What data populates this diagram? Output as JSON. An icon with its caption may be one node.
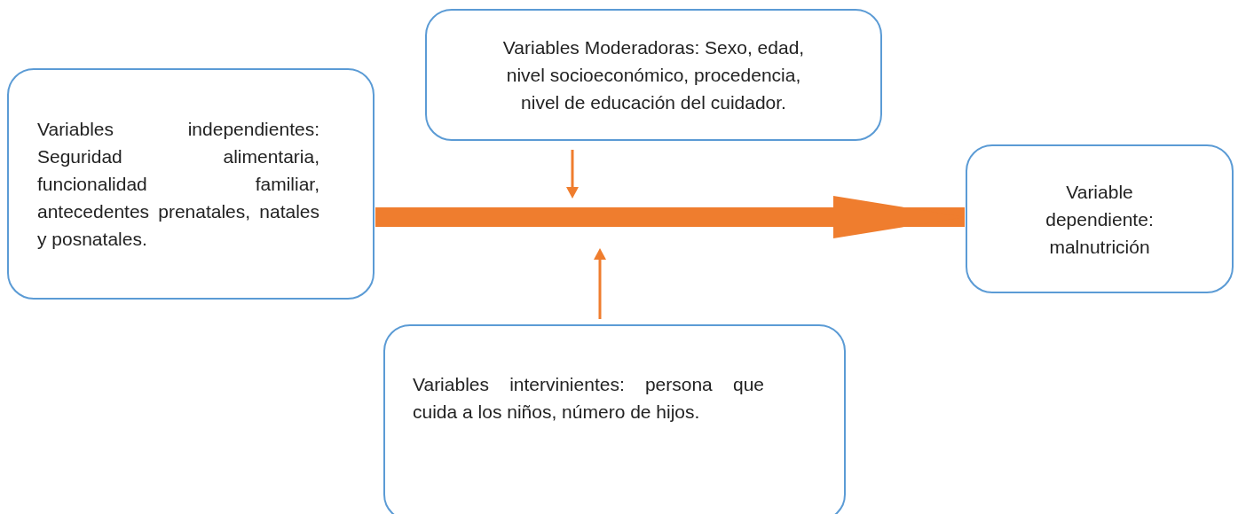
{
  "diagram": {
    "nodes": [
      {
        "text": [
          "Variables independientes: Seguridad alimentaria, funcionalidad familiar, antecedentes prenatales, natales y posnatales."
        ]
      },
      {
        "text": [
          "Variables Moderadoras: Sexo, edad, nivel socioeconómico, procedencia, nivel de educación del cuidador."
        ]
      },
      {
        "text": [
          "Variable dependiente: malnutrición"
        ]
      },
      {
        "text": [
          "Variables intervinientes: persona que cuida a los niños, número de hijos."
        ]
      }
    ],
    "edges": [
      {
        "from": 0,
        "to": 2,
        "arrow": "to",
        "style": "thick"
      },
      {
        "from": 1,
        "to": null,
        "arrow": "to"
      },
      {
        "from": 3,
        "to": null,
        "arrow": "to"
      }
    ]
  }
}
